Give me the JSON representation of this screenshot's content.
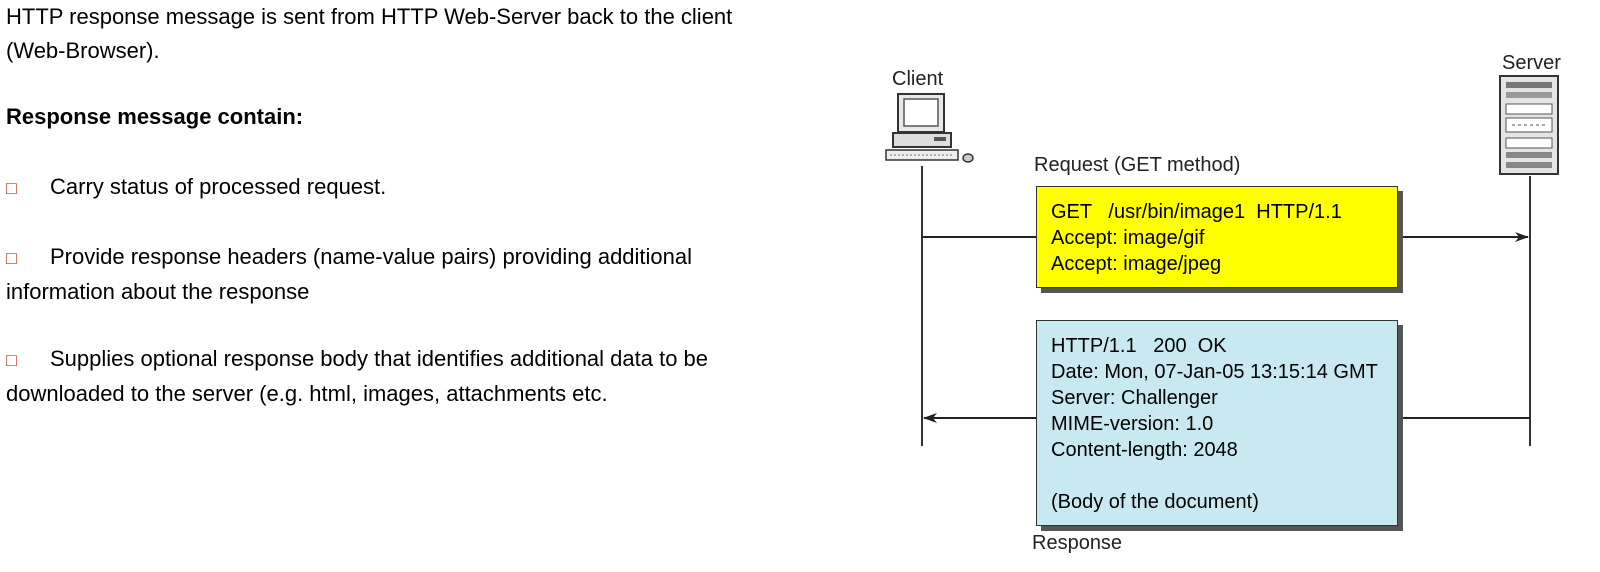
{
  "text": {
    "intro_line1": "HTTP response message is sent from HTTP Web-Server back to the client",
    "intro_line2": "(Web-Browser).",
    "heading": "Response message contain:",
    "bullets": [
      {
        "line1": "Carry status of processed request.",
        "line2": ""
      },
      {
        "line1": "Provide response headers (name-value pairs) providing additional",
        "line2": "information about the response"
      },
      {
        "line1": "Supplies optional response body that identifies additional data to be",
        "line2": "downloaded to the server (e.g. html, images, attachments etc."
      }
    ],
    "bullet_mark": "□"
  },
  "diagram": {
    "client_label": "Client",
    "server_label": "Server",
    "request_label": "Request (GET method)",
    "response_label": "Response",
    "request_lines": [
      "GET   /usr/bin/image1  HTTP/1.1",
      "Accept: image/gif",
      "Accept: image/jpeg"
    ],
    "response_lines": [
      "HTTP/1.1   200  OK",
      "Date: Mon, 07-Jan-05 13:15:14 GMT",
      "Server: Challenger",
      "MIME-version: 1.0",
      "Content-length: 2048",
      "",
      "(Body of the document)"
    ],
    "colors": {
      "request_box": "#ffff00",
      "response_box": "#c9e9f2",
      "bullet_mark": "#c0392b"
    },
    "icons": {
      "client": "desktop-computer-icon",
      "server": "server-rack-icon"
    }
  }
}
